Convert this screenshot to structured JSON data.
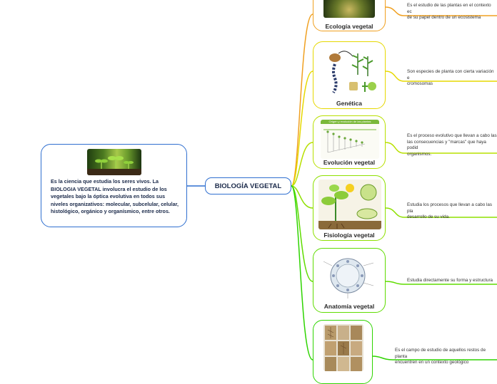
{
  "central": {
    "label": "BIOLOGÍA VEGETAL"
  },
  "intro": {
    "text": "Es la ciencia que estudia los seres vivos. La BIOLOGIA VEGETAL involucra el estudio de los vegetales bajo la óptica evolutiva en todos sus niveles organizativos: molecular, subcelular, celular, histológico, orgánico y organísmico, entre otros."
  },
  "branches": [
    {
      "title": "Ecología vegetal",
      "description": "Es el estudio de las plantas en el contexto ec\nde su papel dentro de un ecosistema",
      "color": "#f0a020"
    },
    {
      "title": "Genética",
      "description": "Son especies de planta con cierta variación e\ncromosomas",
      "color": "#e6d800"
    },
    {
      "title": "Evolución vegetal",
      "description": "Es  el proceso evolutivo que llevan a cabo las\nlas consecuencias y \"marcas\" que haya podid\norganismos.",
      "color": "#b8e000"
    },
    {
      "title": "Fisiología vegetal",
      "description": "Estudia los procesos que llevan a cabo las pla\ndesarrollo de su vida.",
      "color": "#8ee000"
    },
    {
      "title": "Anatomía vegetal",
      "description": "Estudia directamente su forma y estructura",
      "color": "#5fdc00"
    },
    {
      "title": "",
      "description": "Es  el campo de estudio de aquellos restos de planta\nencuentren en un contexto geológico",
      "color": "#2ed400"
    }
  ],
  "evolution_chart_caption": "Origen y evolución de las plantas"
}
